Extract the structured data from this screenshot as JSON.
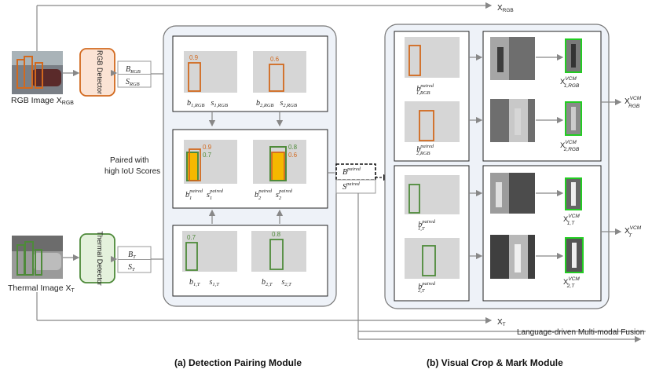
{
  "inputs": {
    "rgb_caption": "RGB Image X",
    "rgb_caption_sub": "RGB",
    "thermal_caption": "Thermal Image X",
    "thermal_caption_sub": "T",
    "rgb_detector": "RGB Detector",
    "thermal_detector": "Thermal Detector"
  },
  "detector_outputs": {
    "rgb_b": "B",
    "rgb_s": "S",
    "rgb_sub": "RGB",
    "t_b": "B",
    "t_s": "S",
    "t_sub": "T"
  },
  "top_line_label": "X",
  "top_line_sub": "RGB",
  "bottom_line_label": "X",
  "bottom_line_sub": "T",
  "fusion_label": "Language-driven Multi-modal Fusion",
  "pairing": {
    "note_line1": "Paired with",
    "note_line2": "high IoU Scores",
    "rgb_scores": [
      "0.9",
      "0.6"
    ],
    "thermal_scores": [
      "0.7",
      "0.8"
    ],
    "paired_scores_1": [
      "0.9",
      "0.7"
    ],
    "paired_scores_2": [
      "0.8",
      "0.6"
    ],
    "rgb_labels": [
      [
        "b",
        "1,RGB",
        "s",
        "1,RGB"
      ],
      [
        "b",
        "2,RGB",
        "s",
        "2,RGB"
      ]
    ],
    "thermal_labels": [
      [
        "b",
        "1,T",
        "s",
        "1,T"
      ],
      [
        "b",
        "2,T",
        "s",
        "2,T"
      ]
    ],
    "paired_labels": [
      [
        "b",
        "1",
        "paired",
        "s",
        "1",
        "paired"
      ],
      [
        "b",
        "2",
        "paired",
        "s",
        "2",
        "paired"
      ]
    ]
  },
  "paired_output": {
    "b": "B",
    "s": "S",
    "sup": "paired"
  },
  "vcm": {
    "rgb_b_labels": [
      [
        "b",
        "paired",
        "1,RGB"
      ],
      [
        "b",
        "paired",
        "2,RGB"
      ]
    ],
    "t_b_labels": [
      [
        "b",
        "paired",
        "1,T"
      ],
      [
        "b",
        "paired",
        "2,T"
      ]
    ],
    "rgb_x_labels": [
      [
        "X",
        "VCM",
        "1,RGB"
      ],
      [
        "X",
        "VCM",
        "2,RGB"
      ]
    ],
    "t_x_labels": [
      [
        "X",
        "VCM",
        "1,T"
      ],
      [
        "X",
        "VCM",
        "2,T"
      ]
    ],
    "rgb_out": [
      "X",
      "VCM",
      "RGB"
    ],
    "t_out": [
      "X",
      "VCM",
      "T"
    ]
  },
  "captions": {
    "a": "(a) Detection Pairing Module",
    "b": "(b) Visual Crop & Mark Module"
  },
  "colors": {
    "rgb": "#d2691e",
    "thermal": "#4e8a3a",
    "paired_fill": "#f5b800",
    "mark": "#22cc22",
    "module_fill": "#eef2f8",
    "panel_fill": "#d6d6d6"
  }
}
